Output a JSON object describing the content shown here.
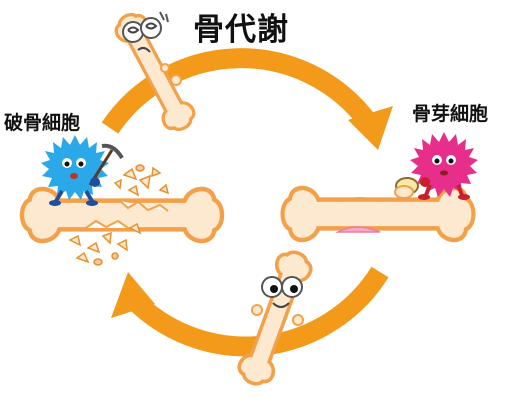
{
  "title": "骨代謝",
  "labels": {
    "osteoclast": "破骨細胞",
    "osteoblast": "骨芽細胞"
  },
  "colors": {
    "arrow": "#f39a1b",
    "bone_fill": "#fde9cf",
    "bone_stroke": "#f2a14a",
    "osteoclast": "#2aa8e8",
    "osteoblast": "#e62e8a",
    "new_bone": "#f7a7c0"
  },
  "icons": {
    "osteoclast": "spiky-blue-cell-with-pickaxe",
    "osteoblast": "spiky-pink-cell-with-trowel",
    "bone": "smiling-bone-character"
  }
}
